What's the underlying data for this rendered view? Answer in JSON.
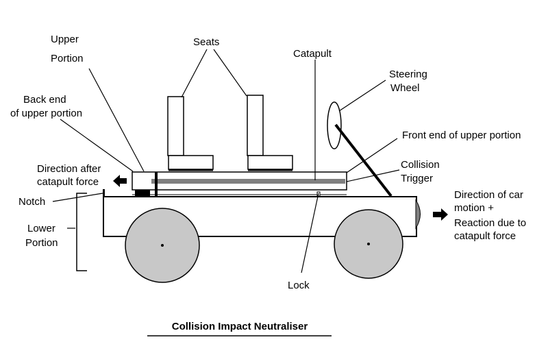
{
  "title": "Collision Impact Neutraliser",
  "labels": {
    "upper_portion_1": "Upper",
    "upper_portion_2": "Portion",
    "seats": "Seats",
    "catapult": "Catapult",
    "steering_wheel_1": "Steering",
    "steering_wheel_2": "Wheel",
    "back_end_1": "Back end",
    "back_end_2": "of upper portion",
    "front_end": "Front end of upper portion",
    "direction_after_1": "Direction after",
    "direction_after_2": "catapult force",
    "collision_trigger_1": "Collision",
    "collision_trigger_2": "Trigger",
    "notch": "Notch",
    "direction_car_1": "Direction of car",
    "direction_car_2": "motion +",
    "direction_car_3": "Reaction due to",
    "direction_car_4": "catapult force",
    "lower_portion_1": "Lower",
    "lower_portion_2": "Portion",
    "lock": "Lock"
  },
  "colors": {
    "wheel_fill": "#c8c8c8",
    "catapult_bar": "#808080",
    "bumper": "#808080"
  }
}
